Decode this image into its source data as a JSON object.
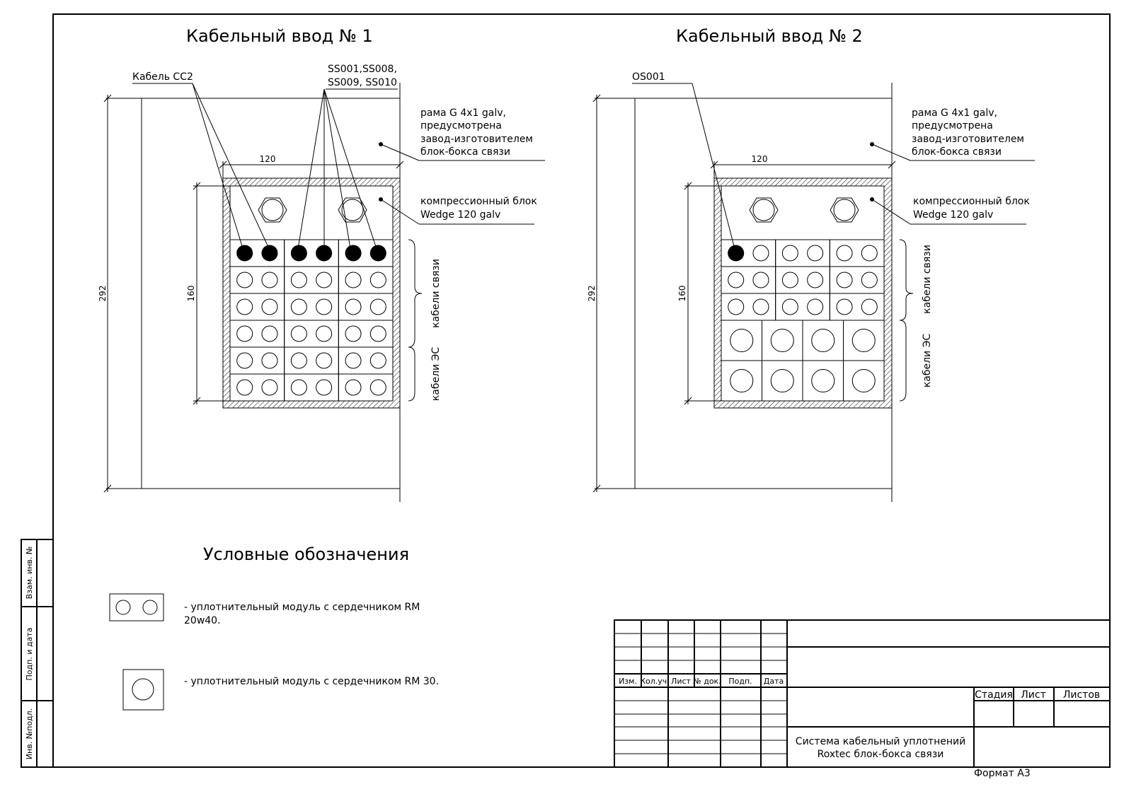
{
  "entry1": {
    "title": "Кабельный ввод № 1",
    "callout_a": "Кабель СС2",
    "callout_b_line1": "SS001,SS008,",
    "callout_b_line2": "SS009, SS010",
    "frame_line1": "рама G 4x1 galv,",
    "frame_line2": "предусмотрена",
    "frame_line3": "завод-изготовителем",
    "frame_line4": "блок-бокса связи",
    "block_line1": "компрессионный блок",
    "block_line2": "Wedge 120 galv",
    "dim_width": "120",
    "dim_inner_height": "160",
    "dim_total_height": "292",
    "group_comm": "кабели связи",
    "group_es": "кабели ЭС",
    "filled_modules": 6
  },
  "entry2": {
    "title": "Кабельный ввод № 2",
    "callout_a": "OS001",
    "frame_line1": "рама G 4x1 galv,",
    "frame_line2": "предусмотрена",
    "frame_line3": "завод-изготовителем",
    "frame_line4": "блок-бокса связи",
    "block_line1": "компрессионный блок",
    "block_line2": "Wedge 120 galv",
    "dim_width": "120",
    "dim_inner_height": "160",
    "dim_total_height": "292",
    "group_comm": "кабели связи",
    "group_es": "кабели ЭС",
    "filled_modules": 1
  },
  "legend": {
    "title": "Условные обозначения",
    "item1_line1": "- уплотнительный модуль с сердечником RM",
    "item1_line2": "20w40.",
    "item2": "- уплотнительный модуль с сердечником RM 30."
  },
  "side_stamp": {
    "vzam": "Взам. инв. №",
    "podp": "Подп. и дата",
    "inv": "Инв. №подл."
  },
  "title_block": {
    "col_izm": "Изм.",
    "col_kol": "Кол.уч.",
    "col_list": "Лист",
    "col_ndok": "№ док.",
    "col_podp": "Подп.",
    "col_data": "Дата",
    "stadiya": "Стадия",
    "list": "Лист",
    "listov": "Листов",
    "name_line1": "Система кабельный уплотнений",
    "name_line2": "Roxtec блок-бокса связи",
    "format": "Формат А3"
  }
}
